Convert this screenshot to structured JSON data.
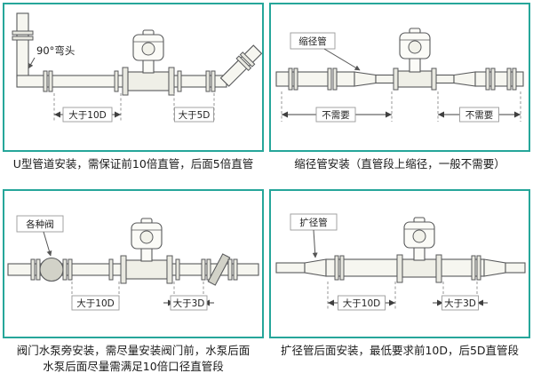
{
  "colors": {
    "frame_border": "#26a69a",
    "line_art": "#58595b",
    "text": "#1a1a1a"
  },
  "panels": [
    {
      "name": "u-pipe-installation",
      "labels": {
        "callout": "90°弯头",
        "dim_left": "大于10D",
        "dim_right": "大于5D"
      },
      "caption": "U型管道安装，需保证前10倍直管，后面5倍直管"
    },
    {
      "name": "reducer-installation",
      "labels": {
        "callout": "缩径管",
        "dim_left": "不需要",
        "dim_right": "不需要"
      },
      "caption": "缩径管安装（直管段上缩径，一般不需要）"
    },
    {
      "name": "valve-pump-installation",
      "labels": {
        "callout": "各种阀",
        "dim_left": "大于10D",
        "dim_right": "大于3D"
      },
      "caption_line1": "阀门水泵旁安装，需尽量安装阀门前，水泵后面",
      "caption_line2": "水泵后面尽量需满足10倍口径直管段"
    },
    {
      "name": "expander-installation",
      "labels": {
        "callout": "扩径管",
        "dim_left": "大于10D",
        "dim_right": "大于3D"
      },
      "caption": "扩径管后面安装，最低要求前10D，后5D直管段"
    }
  ]
}
